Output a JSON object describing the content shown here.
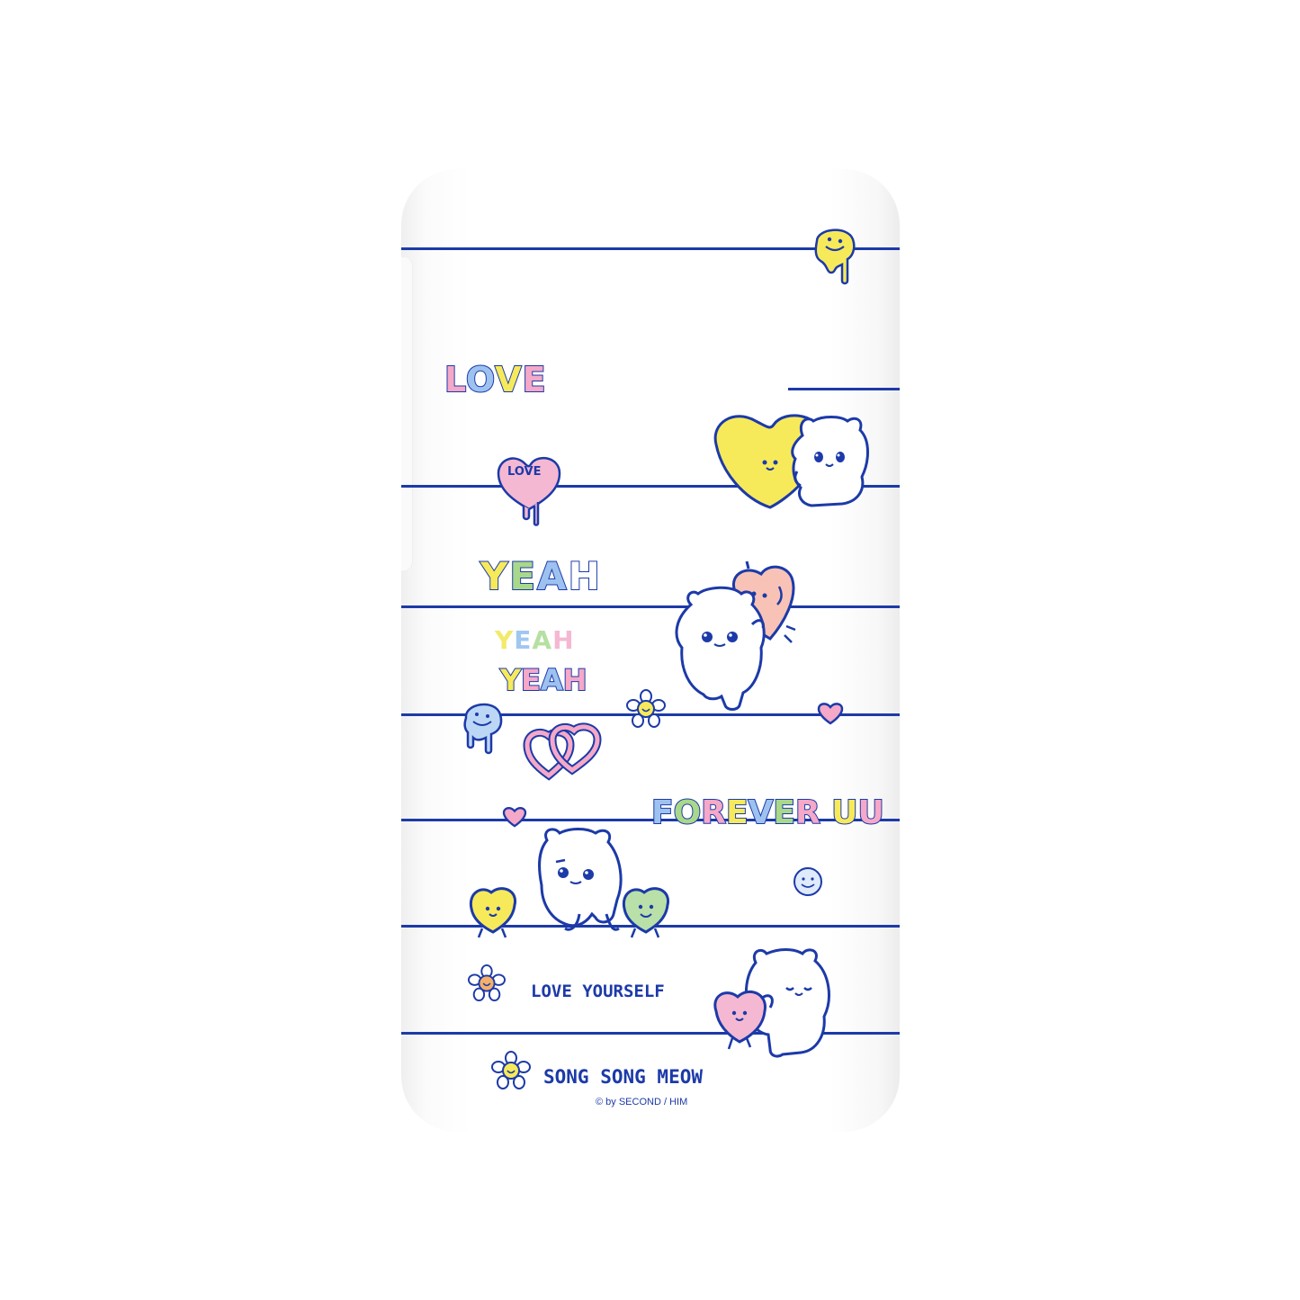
{
  "product": {
    "texts": {
      "love_top": [
        "L",
        "O",
        "V",
        "E"
      ],
      "heart_label": "LOVE",
      "yeah_1": [
        "Y",
        "E",
        "A",
        "H"
      ],
      "yeah_2": [
        "Y",
        "E",
        "A",
        "H"
      ],
      "yeah_3": [
        "Y",
        "E",
        "A",
        "H"
      ],
      "forever": [
        "F",
        "O",
        "R",
        "E",
        "V",
        "E",
        "R",
        " ",
        "U",
        "U"
      ],
      "love_yourself": "LOVE YOURSELF",
      "brand": "SONG SONG MEOW",
      "copyright": "© by SECOND / HIM"
    },
    "colors": {
      "line": "#1c3aa8",
      "yellow": "#f7ea5a",
      "pink": "#f5a8c8",
      "peach": "#f8c3b6",
      "green": "#b9e0a8",
      "blue": "#9dc2f0"
    },
    "icons": [
      "melting-smiley-icon",
      "heart-with-bear-icon",
      "love-heart-icon",
      "peach-heart-bear-icon",
      "blue-smiley-icon",
      "linked-hearts-icon",
      "flower-icon",
      "small-heart-icon",
      "bear-with-hearts-icon",
      "small-smiley-icon",
      "bear-hugging-heart-icon"
    ]
  }
}
